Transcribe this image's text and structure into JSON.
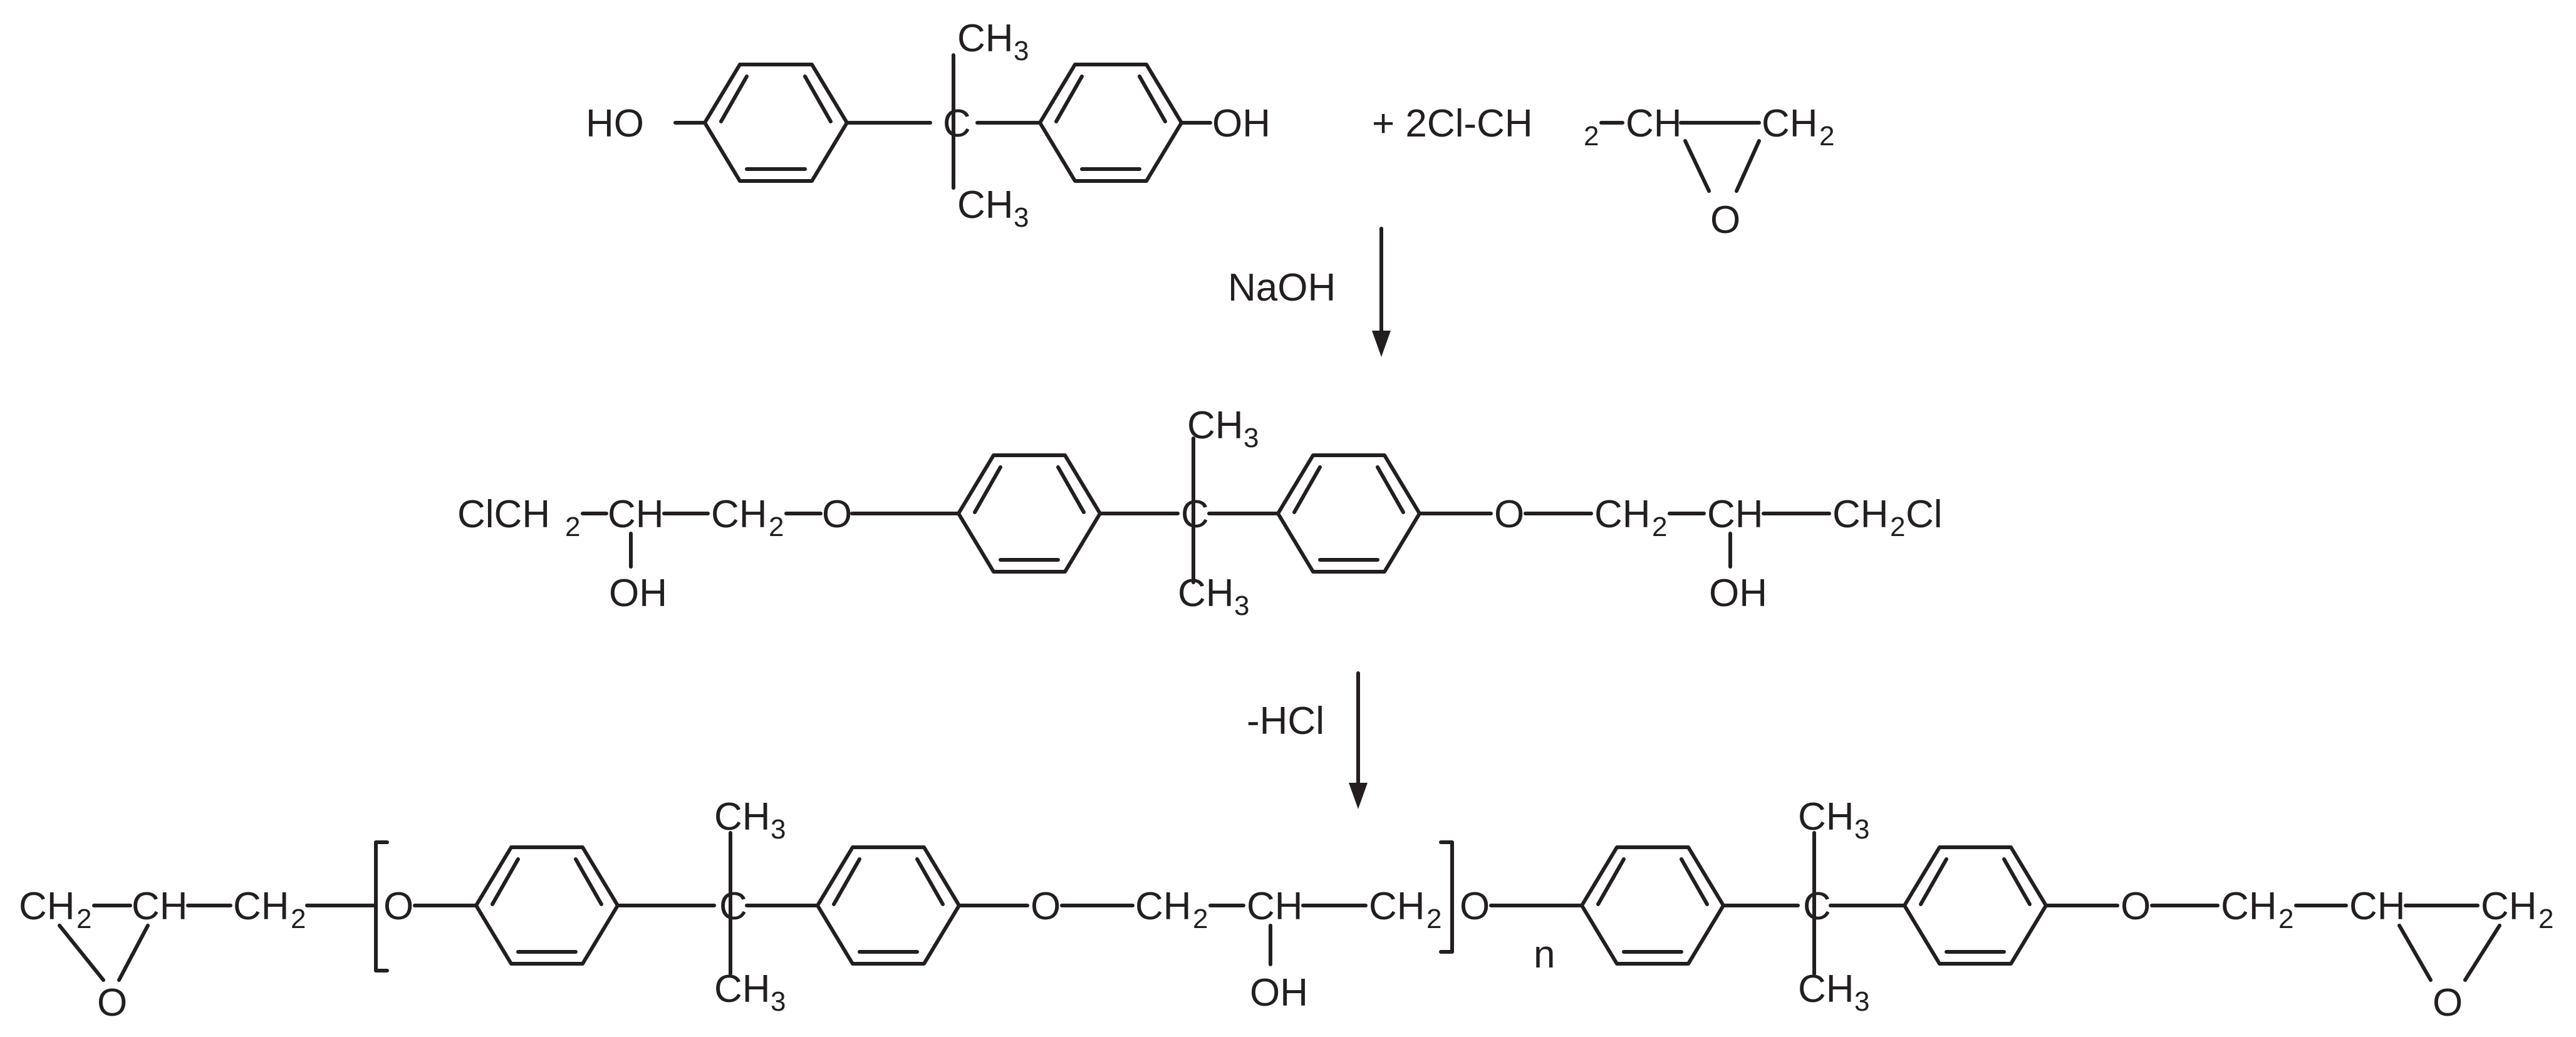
{
  "reactants": {
    "bpa_ho_left": "HO",
    "bpa_oh_right": "OH",
    "ch3_top": "CH",
    "ch3_bottom": "CH",
    "sub3": "3",
    "reagent_prefix": "+ 2Cl-CH",
    "reagent_ch": "CH",
    "reagent_ch2": "CH",
    "sub2": "2",
    "epoxide_o": "O"
  },
  "step1": {
    "reagent": "NaOH"
  },
  "intermediate": {
    "left_clch2": "ClCH",
    "ch_left": "CH",
    "ch2_left": "CH",
    "o_left": "O",
    "oh_left": "OH",
    "ch3_top": "CH",
    "ch3_bottom": "CH",
    "o_right": "O",
    "ch2_right": "CH",
    "ch_right": "CH",
    "ch2cl_right": "CH",
    "cl": "Cl",
    "oh_right": "OH"
  },
  "step2": {
    "reagent": "-HCl"
  },
  "product": {
    "ch2_epox_left": "CH",
    "ch_left": "CH",
    "ch2_left": "CH",
    "o_epox_left": "O",
    "o_left": "O",
    "ch3_top_1": "CH",
    "ch3_bottom_1": "CH",
    "o_mid": "O",
    "ch2_mid1": "CH",
    "ch_mid": "CH",
    "ch2_mid2": "CH",
    "oh_mid": "OH",
    "o_after_bracket": "O",
    "n": "n",
    "ch3_top_2": "CH",
    "ch3_bottom_2": "CH",
    "o_right": "O",
    "ch2_right": "CH",
    "ch_right": "CH",
    "ch2_epox_right": "CH",
    "o_epox_right": "O"
  }
}
